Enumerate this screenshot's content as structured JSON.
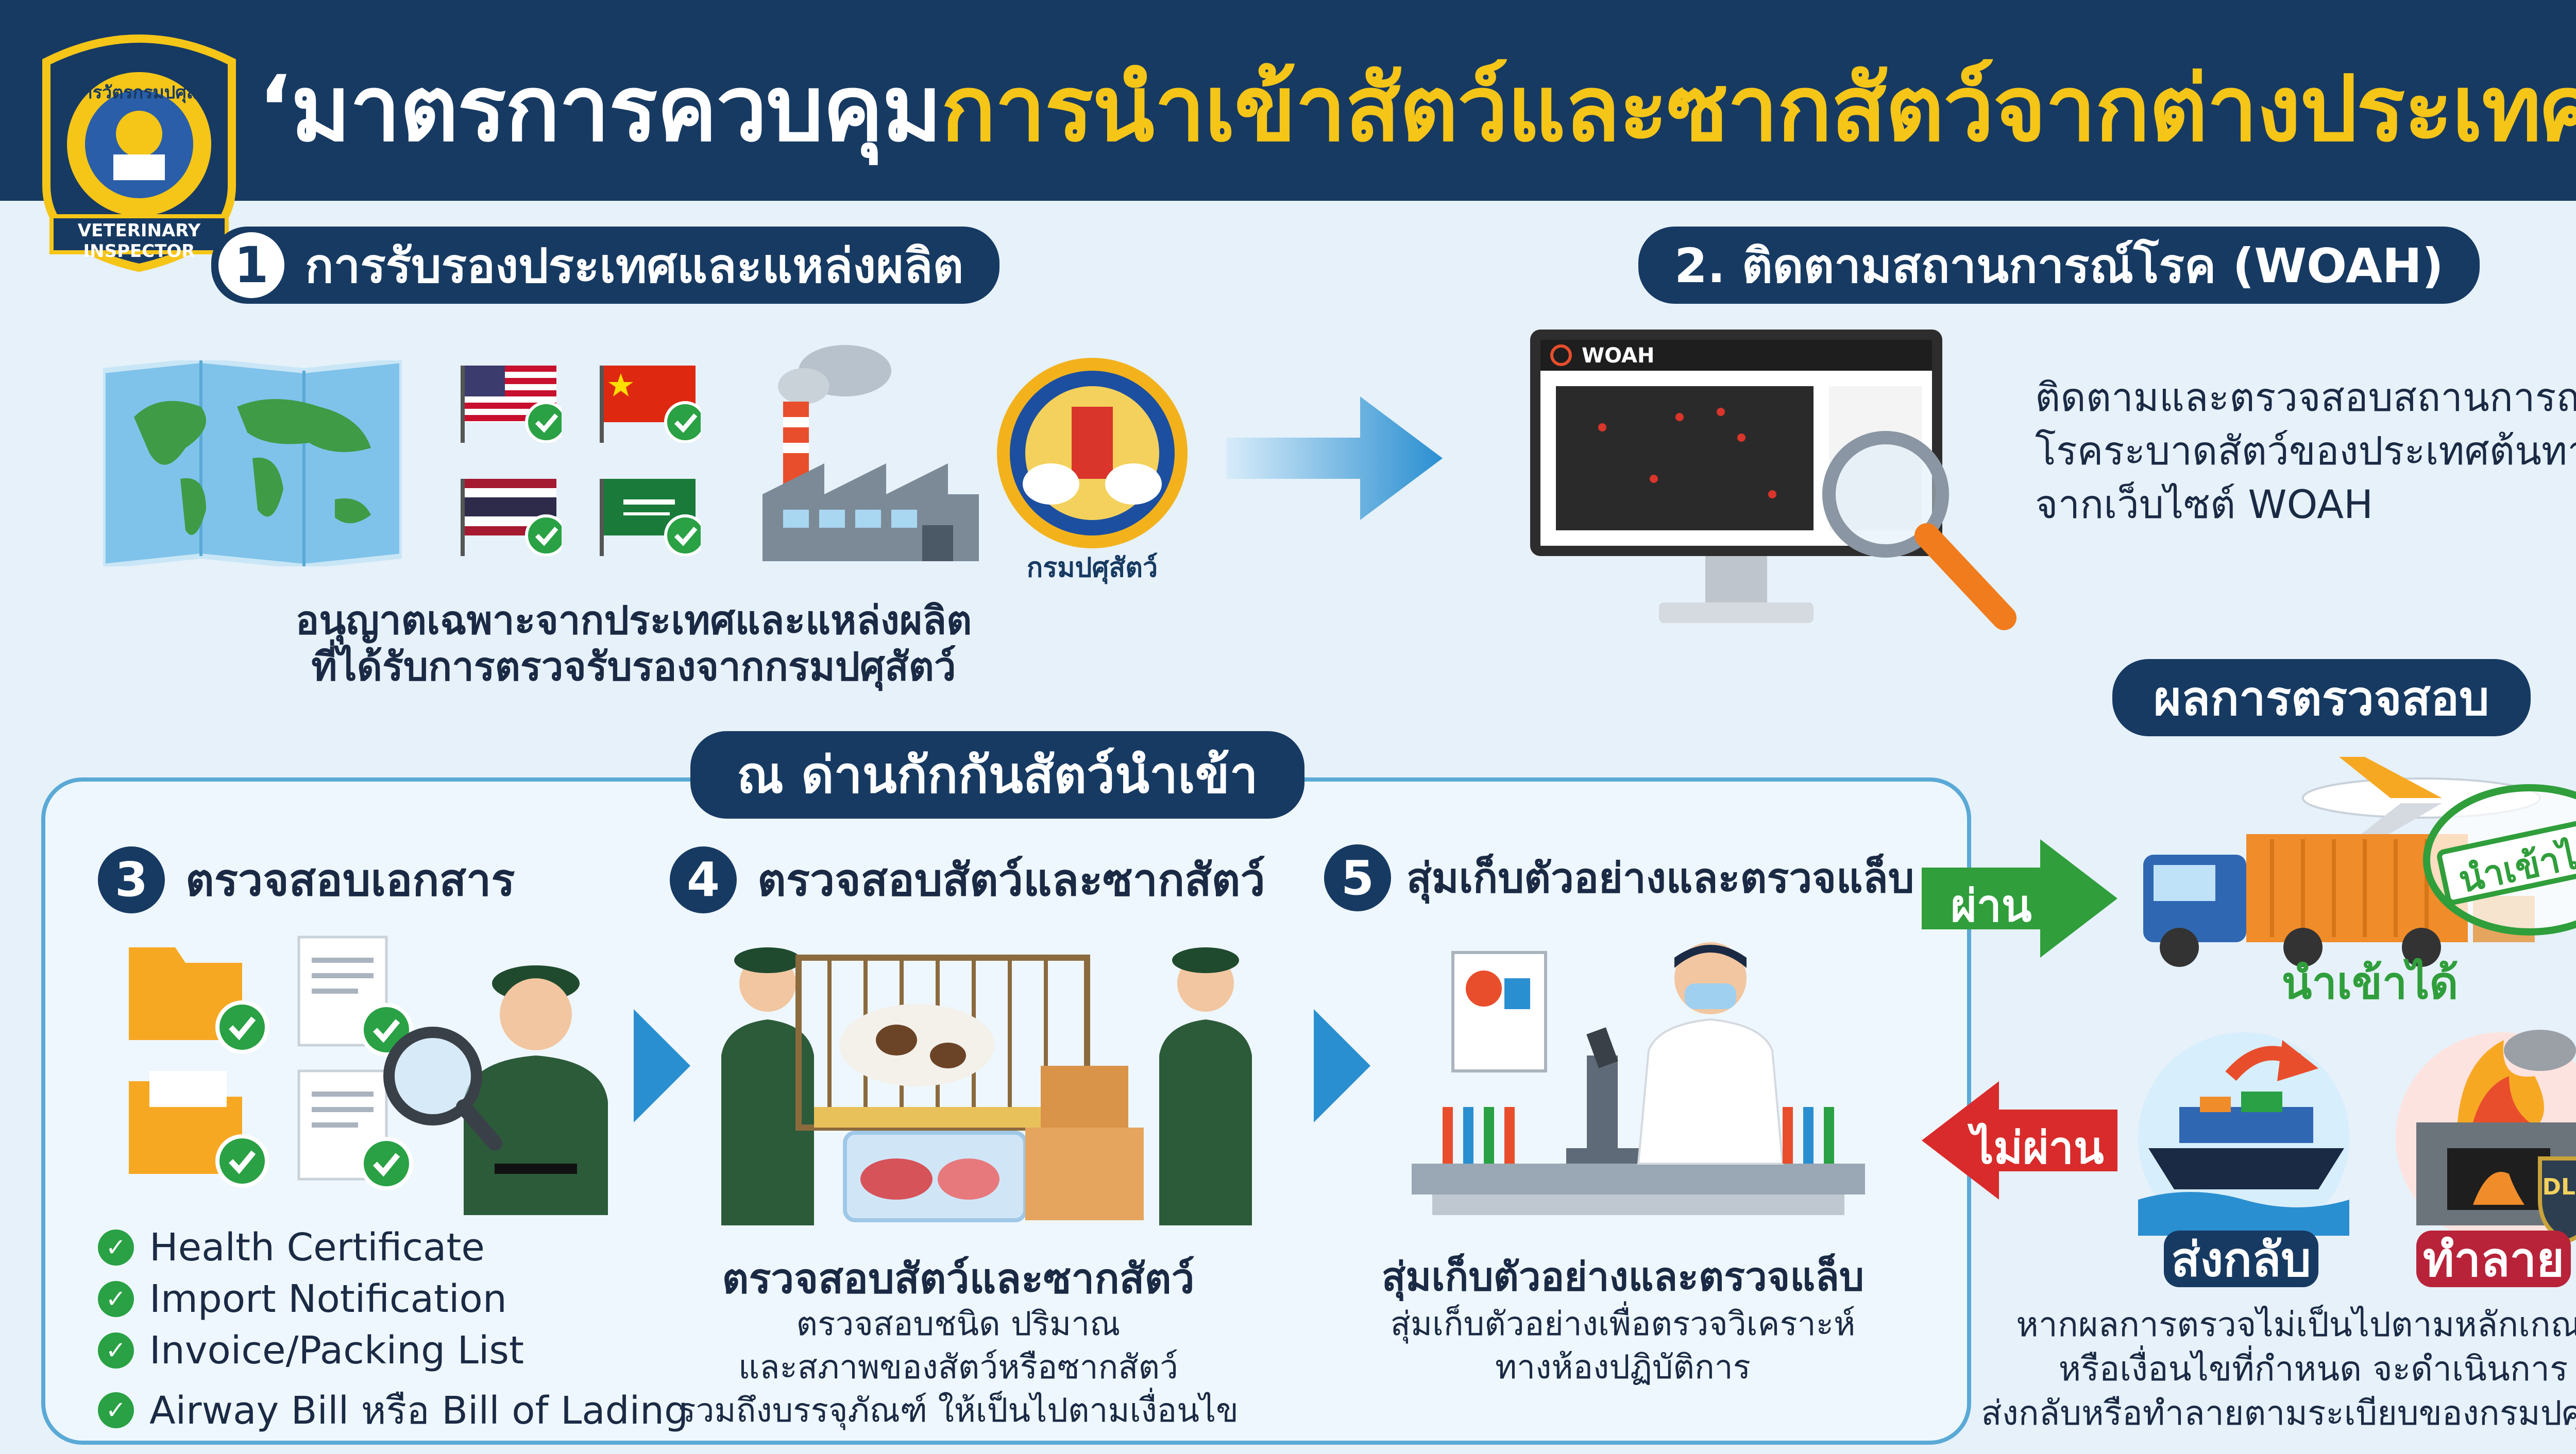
{
  "header": {
    "title_white": "‘มาตรการควบคุม",
    "title_yellow": "การนำเข้าสัตว์และซากสัตว์จากต่างประเทศ’"
  },
  "logo": {
    "top_arc": "สารวัตรกรมปศุสัตว์",
    "banner": "VETERINARY INSPECTOR"
  },
  "section1": {
    "number": "1",
    "label": "การรับรองประเทศและแหล่งผลิต",
    "caption_line1": "อนุญาตเฉพาะจากประเทศและแหล่งผลิต",
    "caption_line2": "ที่ได้รับการตรวจรับรองจากกรมปศุสัตว์",
    "dld_logo_text": "กรมปศุสัตว์"
  },
  "section2": {
    "label": "2. ติดตามสถานการณ์โรค (WOAH)",
    "monitor_brand": "WOAH",
    "desc_line1": "ติดตามและตรวจสอบสถานการณ์",
    "desc_line2": "โรคระบาดสัตว์ของประเทศต้นทาง",
    "desc_line3": "จากเว็บไซต์ WOAH"
  },
  "checkpoint": {
    "label": "ณ ด่านกักกันสัตว์นำเข้า"
  },
  "step3": {
    "number": "3",
    "label": "ตรวจสอบเอกสาร",
    "documents": [
      "Health Certificate",
      "Import Notification",
      "Invoice/Packing List",
      "Airway Bill หรือ Bill of Lading"
    ]
  },
  "step4": {
    "number": "4",
    "label": "ตรวจสอบสัตว์และซากสัตว์",
    "heading": "ตรวจสอบสัตว์และซากสัตว์",
    "desc_line1": "ตรวจสอบชนิด ปริมาณ",
    "desc_line2": "และสภาพของสัตว์หรือซากสัตว์",
    "desc_line3": "รวมถึงบรรจุภัณฑ์ ให้เป็นไปตามเงื่อนไข"
  },
  "step5": {
    "number": "5",
    "label": "สุ่มเก็บตัวอย่างและตรวจแล็บ",
    "heading": "สุ่มเก็บตัวอย่างและตรวจแล็บ",
    "desc_line1": "สุ่มเก็บตัวอย่างเพื่อตรวจวิเคราะห์",
    "desc_line2": "ทางห้องปฏิบัติการ"
  },
  "results": {
    "label": "ผลการตรวจสอบ",
    "pass_label": "ผ่าน",
    "fail_label": "ไม่ผ่าน",
    "stamp": "นำเข้าได้",
    "pass_caption": "นำเข้าได้",
    "return_tag": "ส่งกลับ",
    "destroy_tag": "ทำลาย",
    "shield_text": "DLD",
    "note_line1": "หากผลการตรวจไม่เป็นไปตามหลักเกณฑ์",
    "note_line2": "หรือเงื่อนไขที่กำหนด จะดำเนินการ",
    "note_line3": "ส่งกลับหรือทำลายตามระเบียบของกรมปศุสัตว์"
  },
  "colors": {
    "navy": "#173a62",
    "yellow": "#f5c518",
    "pass_green": "#2f9e3b",
    "fail_red": "#d92b2b",
    "check_green": "#29a144",
    "arrow_blue": "#2a8fd1"
  }
}
